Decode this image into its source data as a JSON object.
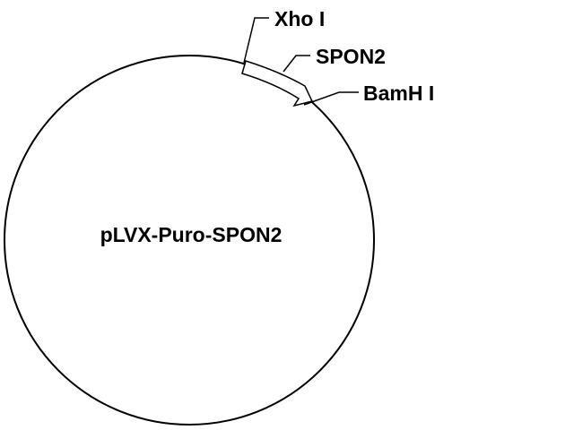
{
  "plasmid": {
    "name": "pLVX-Puro-SPON2"
  },
  "features": {
    "insert": {
      "label": "SPON2"
    },
    "sites": [
      {
        "label": "Xho I"
      },
      {
        "label": "BamH I"
      }
    ]
  },
  "colors": {
    "stroke": "#000000",
    "background": "#ffffff"
  }
}
